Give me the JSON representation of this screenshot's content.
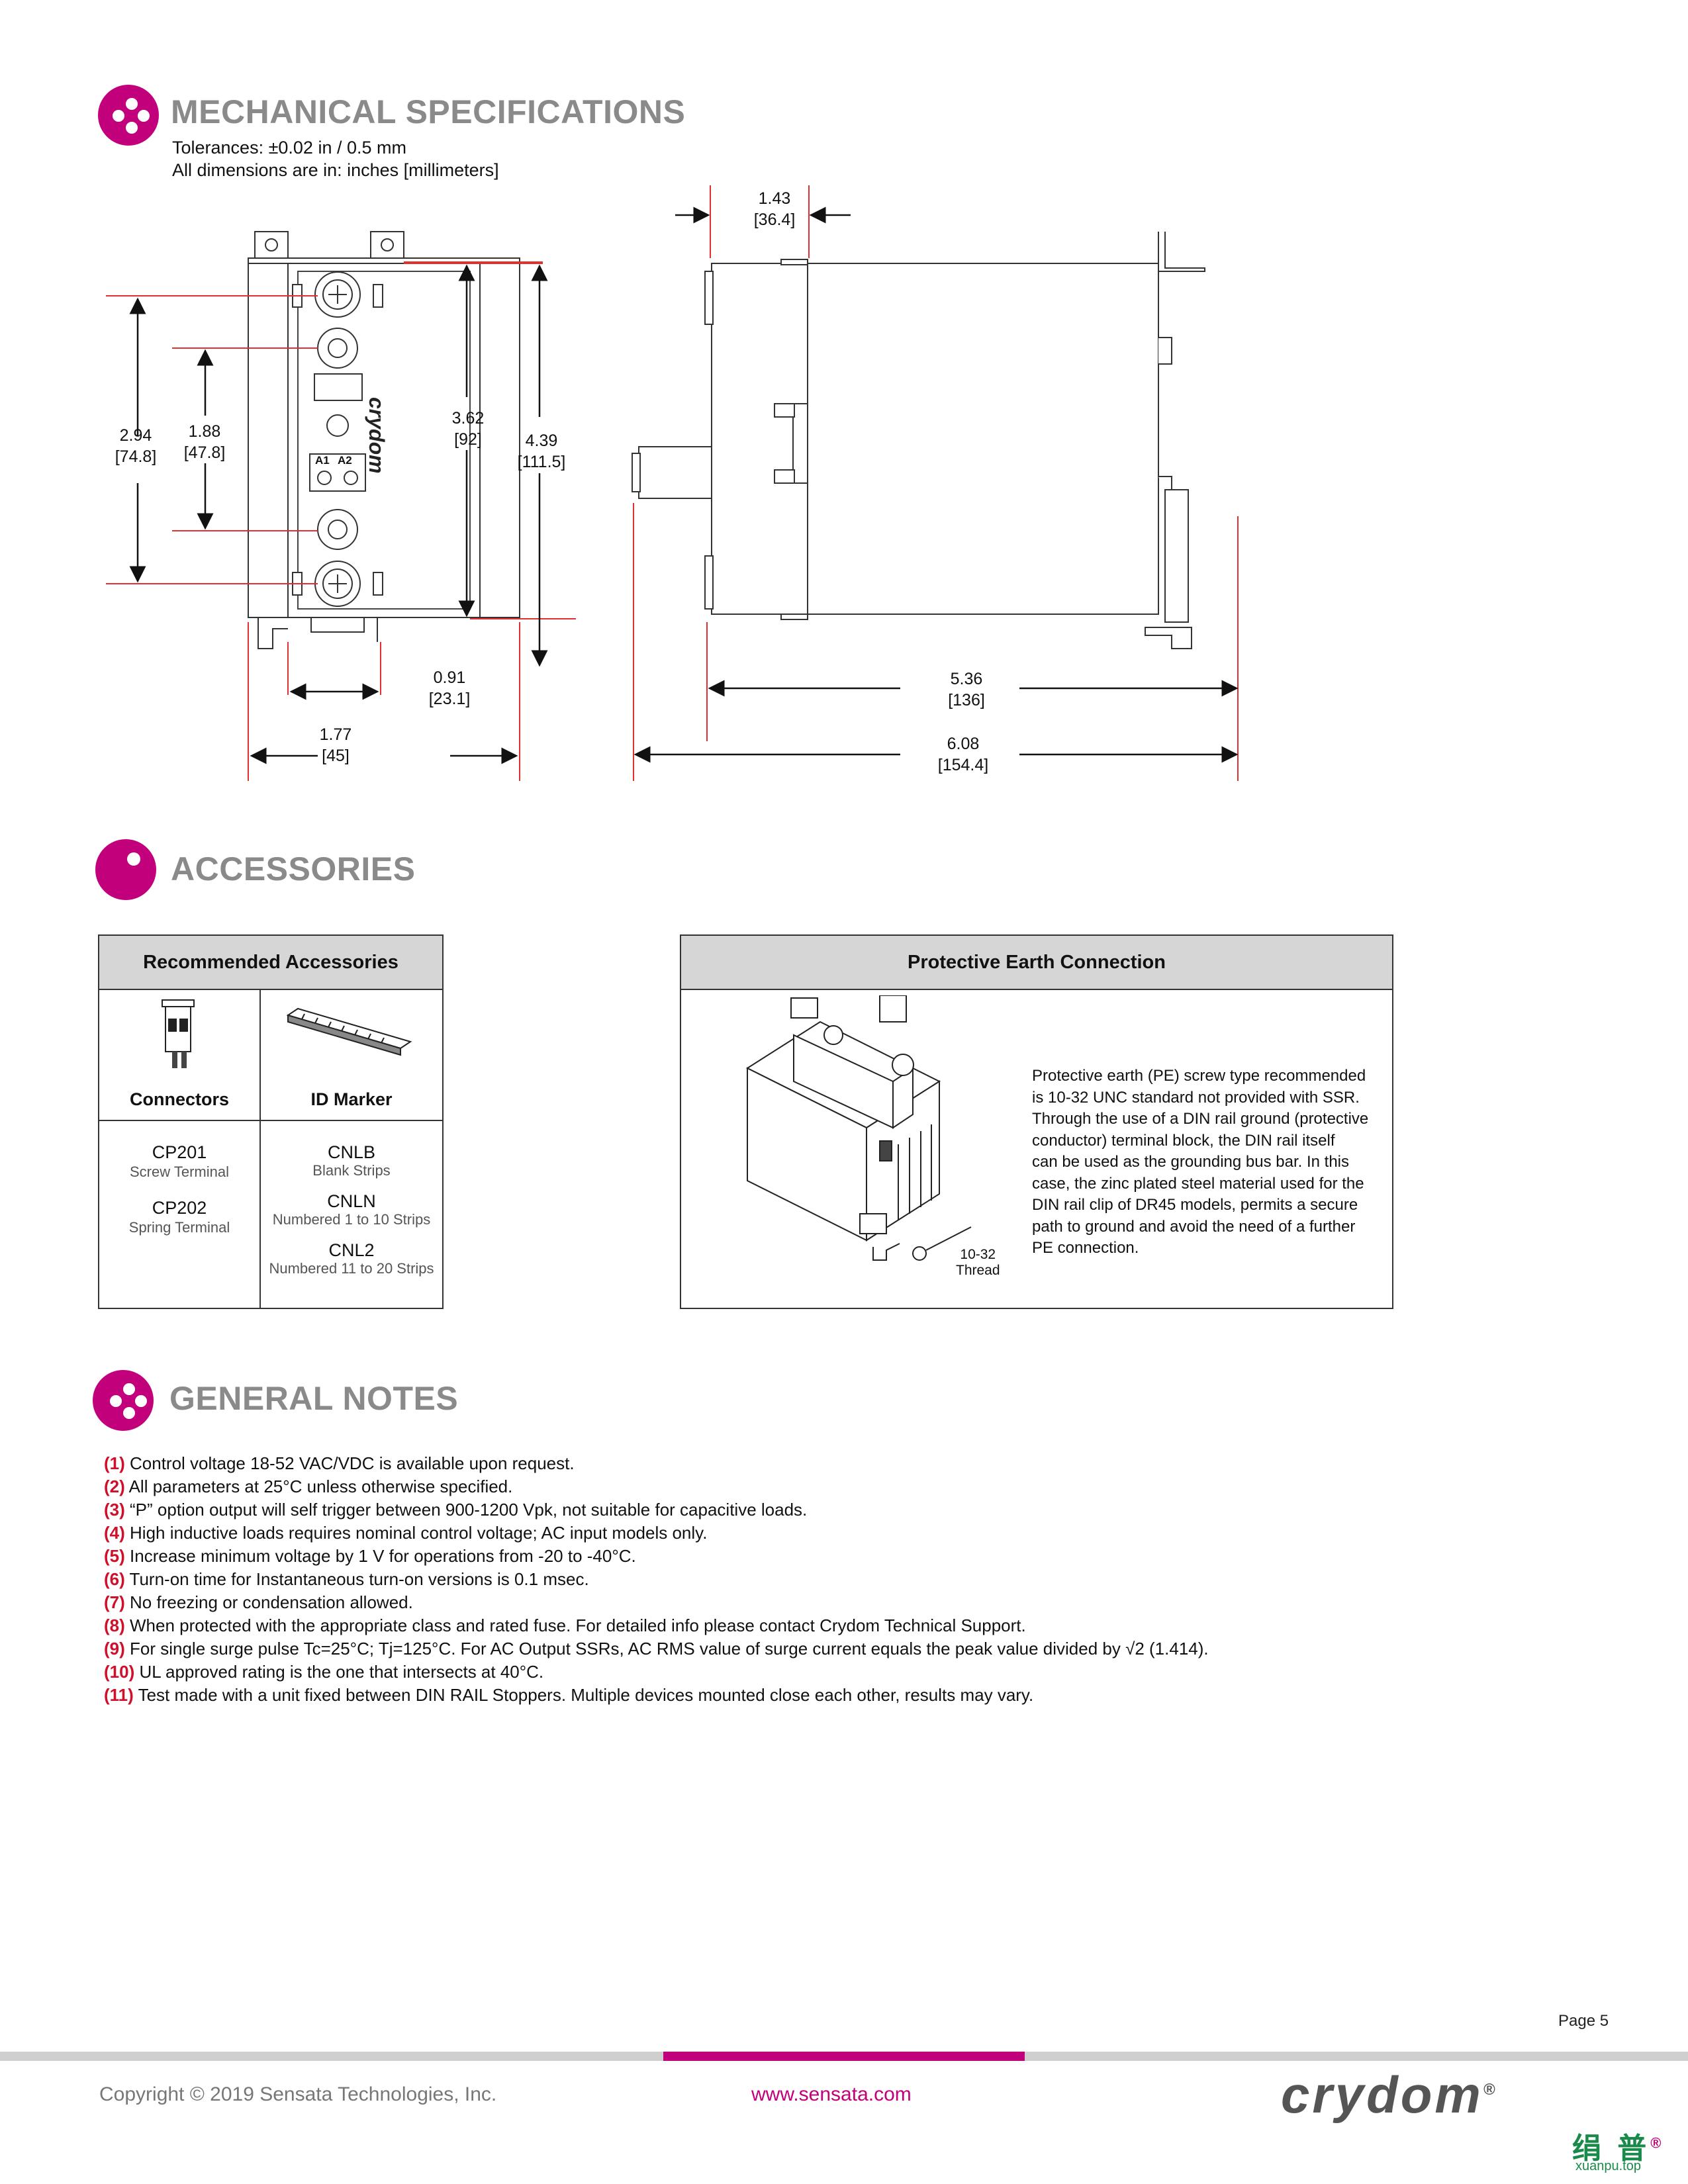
{
  "sections": {
    "mechanical": {
      "title": "MECHANICAL SPECIFICATIONS",
      "tolerances": "Tolerances: ±0.02 in / 0.5 mm",
      "units": "All dimensions are in: inches [millimeters]"
    },
    "accessories": {
      "title": "ACCESSORIES"
    },
    "notes": {
      "title": "GENERAL NOTES"
    }
  },
  "drawing": {
    "front": {
      "brand": "crydom",
      "terminal_labels": [
        "A1",
        "A2"
      ],
      "dims": [
        {
          "in": "2.94",
          "mm": "[74.8]"
        },
        {
          "in": "1.88",
          "mm": "[47.8]"
        },
        {
          "in": "3.62",
          "mm": "[92]"
        },
        {
          "in": "4.39",
          "mm": "[111.5]"
        },
        {
          "in": "0.91",
          "mm": "[23.1]"
        },
        {
          "in": "1.77",
          "mm": "[45]"
        }
      ]
    },
    "side": {
      "dims": [
        {
          "in": "1.43",
          "mm": "[36.4]"
        },
        {
          "in": "5.36",
          "mm": "[136]"
        },
        {
          "in": "6.08",
          "mm": "[154.4]"
        }
      ]
    }
  },
  "accessories_table": {
    "header": "Recommended  Accessories",
    "columns": [
      "Connectors",
      "ID Marker"
    ],
    "connectors": [
      {
        "code": "CP201",
        "desc": "Screw Terminal"
      },
      {
        "code": "CP202",
        "desc": "Spring Terminal"
      }
    ],
    "markers": [
      {
        "code": "CNLB",
        "desc": "Blank Strips"
      },
      {
        "code": "CNLN",
        "desc": "Numbered 1 to 10 Strips"
      },
      {
        "code": "CNL2",
        "desc": "Numbered 11 to 20 Strips"
      }
    ]
  },
  "pe_box": {
    "header": "Protective Earth Connection",
    "thread_label": [
      "10-32",
      "Thread"
    ],
    "text_lines": [
      "Protective earth (PE) screw type recommended",
      "is 10-32 UNC standard not provided with SSR.",
      "Through the use of a DIN rail ground (protective",
      "conductor) terminal block, the DIN rail itself",
      "can be used as the grounding bus bar. In this",
      "case, the zinc plated steel material used for the",
      "DIN rail clip of DR45 models, permits a secure",
      "path to ground and avoid the need of a further",
      "PE connection."
    ]
  },
  "notes": [
    {
      "num": "(1)",
      "text": "Control voltage 18-52 VAC/VDC is available upon request."
    },
    {
      "num": "(2)",
      "text": "All parameters at 25°C unless otherwise specified."
    },
    {
      "num": "(3)",
      "text": "“P” option output will self trigger between 900-1200 Vpk,  not suitable for capacitive loads."
    },
    {
      "num": "(4)",
      "text": "High inductive loads requires nominal control voltage; AC input models only."
    },
    {
      "num": "(5)",
      "text": "Increase minimum voltage by 1 V for operations from -20 to -40°C."
    },
    {
      "num": "(6)",
      "text": "Turn-on time for Instantaneous turn-on versions is 0.1 msec."
    },
    {
      "num": "(7)",
      "text": "No freezing or condensation allowed."
    },
    {
      "num": "(8)",
      "text": "When protected with the appropriate class and rated fuse. For detailed info please contact Crydom Technical Support."
    },
    {
      "num": "(9)",
      "text": "For single surge pulse Tc=25°C; Tj=125°C. For AC Output SSRs, AC RMS value of surge current equals the peak value divided by √2 (1.414)."
    },
    {
      "num": "(10)",
      "text": "UL approved rating is the one that intersects at 40°C."
    },
    {
      "num": "(11)",
      "text": "Test made with a unit  fixed between DIN RAIL Stoppers. Multiple devices mounted close each other, results may vary."
    }
  ],
  "footer": {
    "page": "Page 5",
    "copyright": "Copyright © 2019 Sensata Technologies, Inc.",
    "url": "www.sensata.com",
    "logo": "crydom",
    "logo_mark": "®",
    "watermark": "绢 普",
    "watermark_mark": "®",
    "watermark_url": "xuanpu.top"
  },
  "colors": {
    "magenta": "#c2007c",
    "dim_red": "#e03030",
    "note_num": "#d0102a",
    "footer_gray": "#cfcfcf"
  }
}
